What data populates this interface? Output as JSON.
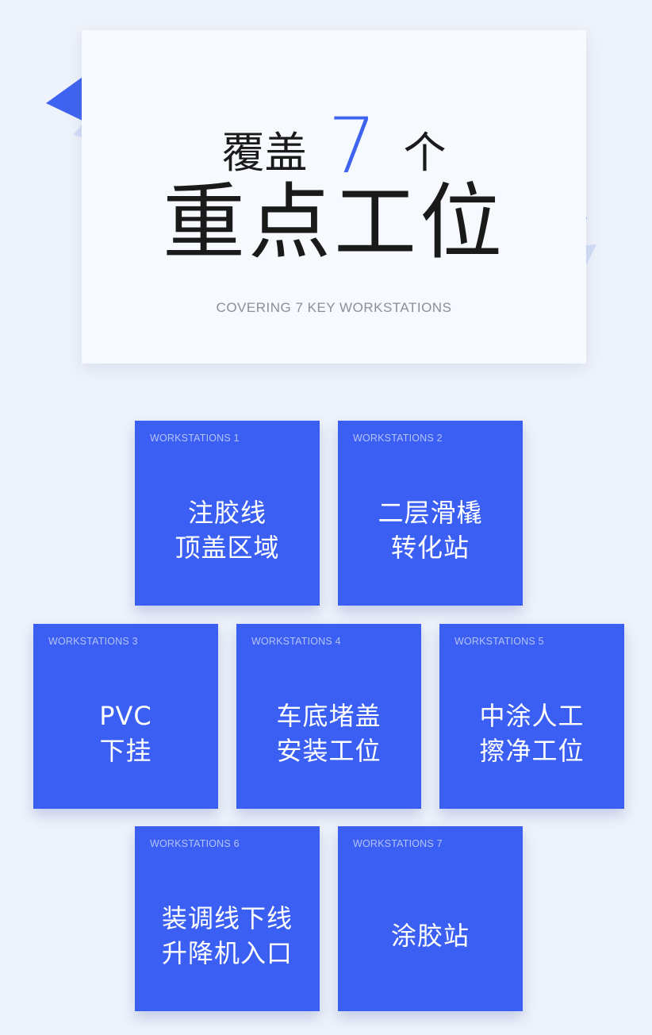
{
  "hero": {
    "cover_word": "覆盖",
    "count": "7",
    "unit_word": "个",
    "title": "重点工位",
    "subtitle": "COVERING 7 KEY WORKSTATIONS"
  },
  "colors": {
    "accent": "#3a5ff2",
    "background": "#eef2fa",
    "card": "#f6f9fd"
  },
  "workstations": [
    {
      "label": "WORKSTATIONS 1",
      "lines": [
        "注胶线",
        "顶盖区域"
      ]
    },
    {
      "label": "WORKSTATIONS 2",
      "lines": [
        "二层滑橇",
        "转化站"
      ]
    },
    {
      "label": "WORKSTATIONS 3",
      "lines": [
        "PVC",
        "下挂"
      ]
    },
    {
      "label": "WORKSTATIONS 4",
      "lines": [
        "车底堵盖",
        "安装工位"
      ]
    },
    {
      "label": "WORKSTATIONS 5",
      "lines": [
        "中涂人工",
        "擦净工位"
      ]
    },
    {
      "label": "WORKSTATIONS 6",
      "lines": [
        "装调线下线",
        "升降机入口"
      ]
    },
    {
      "label": "WORKSTATIONS 7",
      "lines": [
        "涂胶站"
      ]
    }
  ]
}
